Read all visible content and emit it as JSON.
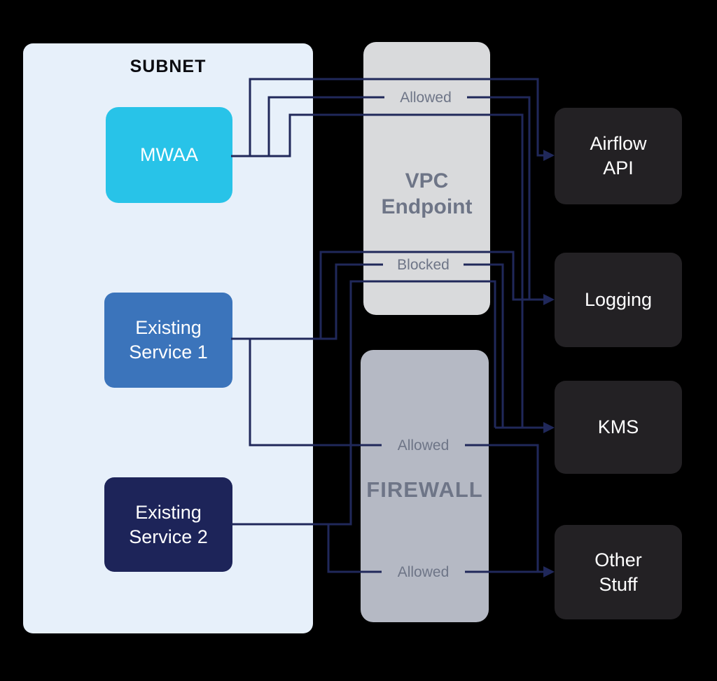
{
  "subnet": {
    "label": "SUBNET"
  },
  "nodes": {
    "mwaa": "MWAA",
    "service1": "Existing Service 1",
    "service2": "Existing Service 2"
  },
  "gateways": {
    "vpc_endpoint": "VPC Endpoint",
    "firewall": "FIREWALL"
  },
  "targets": {
    "airflow_api": "Airflow API",
    "logging": "Logging",
    "kms": "KMS",
    "other_stuff": "Other Stuff"
  },
  "edge_labels": {
    "vpc_allowed": "Allowed",
    "vpc_blocked": "Blocked",
    "firewall_allowed_1": "Allowed",
    "firewall_allowed_2": "Allowed"
  },
  "colors": {
    "background": "#000000",
    "subnet_fill": "#E7F0FA",
    "mwaa_fill": "#28C3E8",
    "service1_fill": "#3B74BB",
    "service2_fill": "#1D2459",
    "vpc_fill": "#D9DADC",
    "firewall_fill": "#B5B9C4",
    "target_fill": "#232124",
    "line": "#20285A",
    "muted_text": "#6E7587",
    "dark_text": "#0B0B10",
    "light_text": "#FFFFFF"
  }
}
